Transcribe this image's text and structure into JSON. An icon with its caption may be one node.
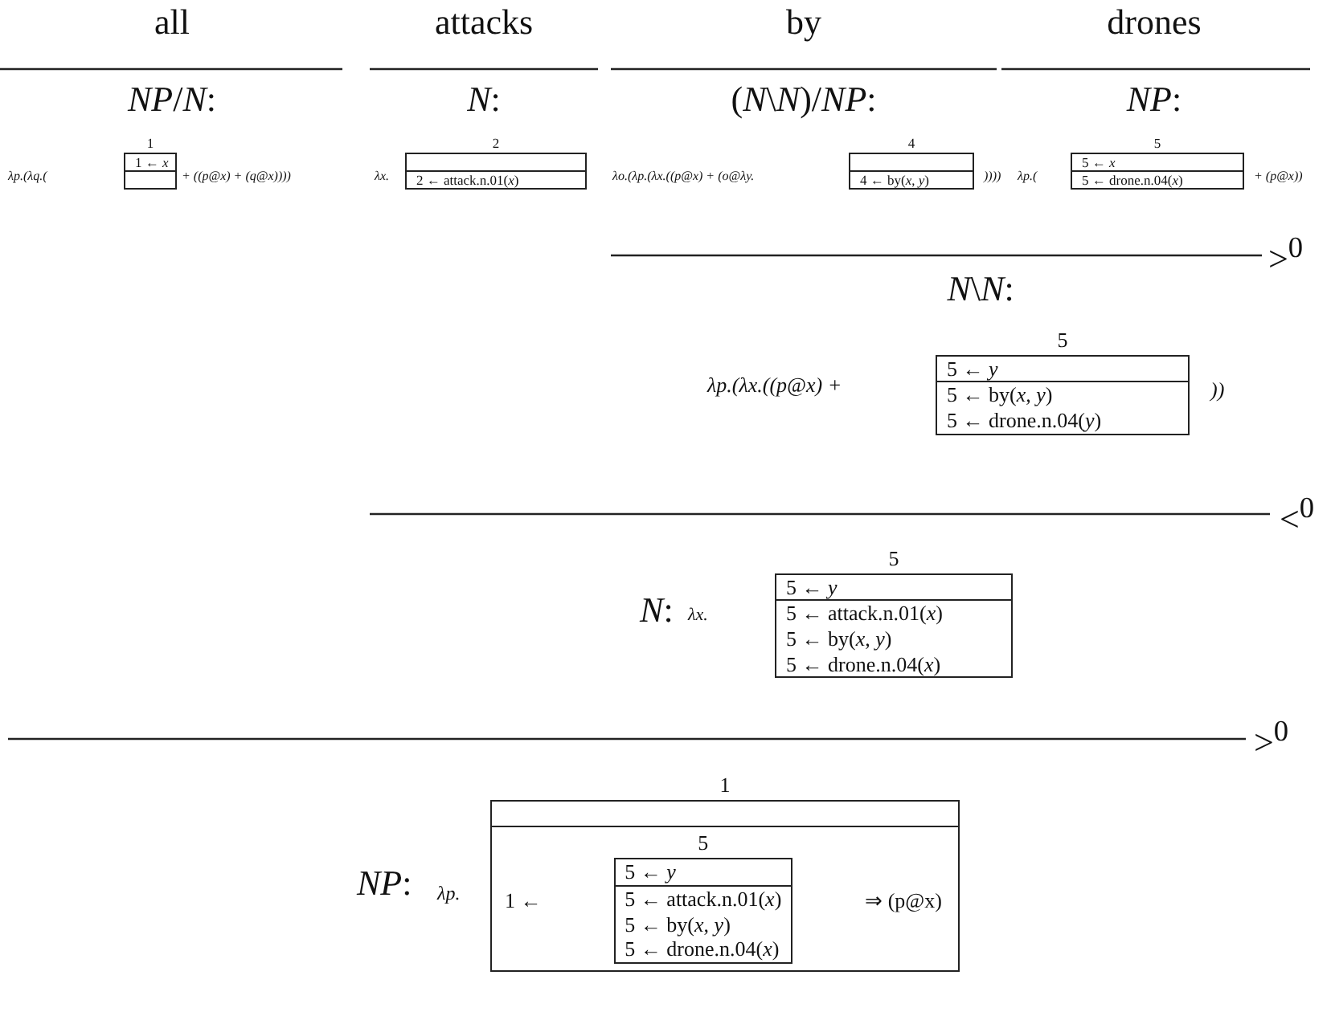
{
  "diagram": {
    "nodes": [
      {
        "text": [
          "1",
          "1 ← *x*"
        ]
      },
      {
        "text": [
          "2",
          "2 ← attack.n.01(*x*)"
        ]
      },
      {
        "text": [
          "4",
          "4 ← by(*x*, *y*)"
        ]
      },
      {
        "text": [
          "5",
          "5 ← *x*",
          "5 ← drone.n.04(*x*)"
        ]
      },
      {
        "text": [
          "5",
          "5 ← *y*",
          "5 ← by(*x*, *y*)",
          "5 ← drone.n.04(*y*)"
        ]
      },
      {
        "text": [
          "5",
          "5 ← *y*",
          "5 ← attack.n.01(*x*)",
          "5 ← by(*x*, *y*)",
          "5 ← drone.n.04(*x*)"
        ]
      },
      {
        "text": [
          "1",
          "1 ←",
          "⇒ (p@x)"
        ]
      },
      {
        "text": [
          "5",
          "5 ← *y*",
          "5 ← attack.n.01(*x*)",
          "5 ← by(*x*, *y*)",
          "5 ← drone.n.04(*x*)"
        ],
        "in": 6
      }
    ],
    "edges": [],
    "labels": [
      "all",
      "attacks",
      "by",
      "drones",
      "*NP*/*N*:",
      "*N*:",
      "(*N*\\*N*)/*NP*:",
      "*NP*:",
      "λp.(λq.(",
      "+ ((p@x) + (q@x))))",
      "λx.",
      "λo.(λp.(λx.((p@x) + (o@λy.",
      "))))",
      "λp.(",
      "+ (p@x))",
      ">$^{0}$",
      "*N*\\*N*:",
      "λp.(λx.((p@x) +",
      "))",
      "<$^{0}$",
      "*N*:",
      "λx.",
      ">$^{0}$",
      "*NP*:",
      "λp."
    ]
  }
}
